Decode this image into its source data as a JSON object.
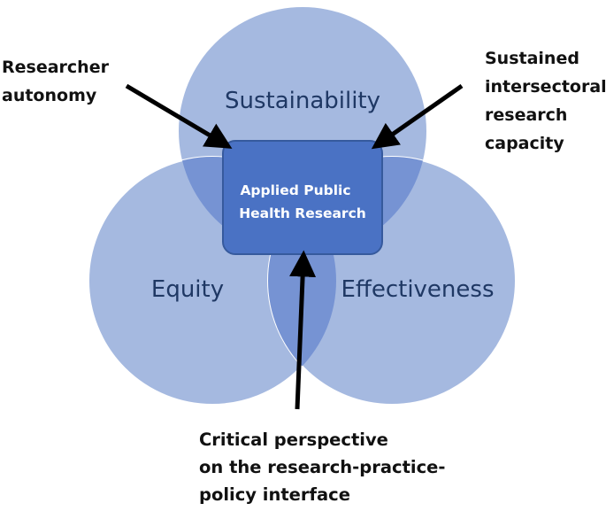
{
  "circles": {
    "top": "Sustainability",
    "left": "Equity",
    "right": "Effectiveness"
  },
  "center": {
    "line1": "Applied Public",
    "line2": "Health Research"
  },
  "labels": {
    "researcher_autonomy": [
      "Researcher",
      "autonomy"
    ],
    "sustained_capacity": [
      "Sustained",
      "intersectoral",
      "research",
      "capacity"
    ],
    "critical_perspective": [
      "Critical perspective",
      "on the research-practice-",
      "policy interface"
    ]
  },
  "colors": {
    "circle_fill": "#a5b9e0",
    "circle_edge": "#ffffff",
    "overlap_fill": "#7693d3",
    "center_fill": "#4a72c4",
    "center_edge": "#365a9d",
    "arrow": "#000000"
  }
}
